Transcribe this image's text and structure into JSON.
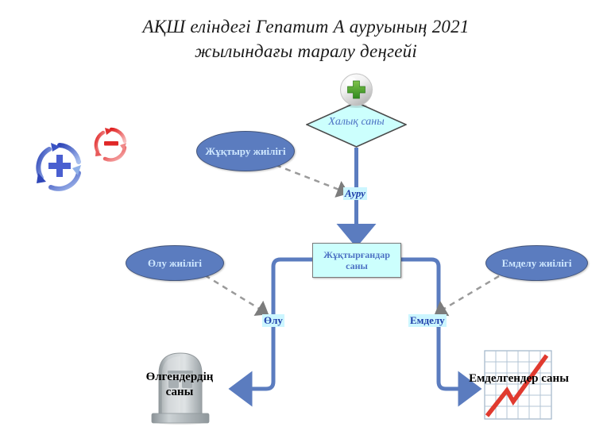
{
  "title": "АҚШ еліндегі Гепатит А ауруының 2021 жылындағы таралу деңгейі",
  "diagram": {
    "type": "stock-and-flow-causal-loop",
    "population_node": {
      "label": "Халық саны",
      "shape": "diamond",
      "fill": "#ccfffd",
      "text_color": "#4d72c4",
      "icon": "green-plus-sphere-icon"
    },
    "infected_stock": {
      "label": "Жұқтырғандар саны",
      "shape": "rectangle",
      "fill": "#ccfffd",
      "text_color": "#4d72c4"
    },
    "rate_nodes": [
      {
        "id": "infection-rate",
        "label": "Жұқтыру жиілігі",
        "fill": "#5b7cbf",
        "text_color": "#cfe8ff"
      },
      {
        "id": "death-rate",
        "label": "Өлу жиілігі",
        "fill": "#5b7cbf",
        "text_color": "#cfe8ff"
      },
      {
        "id": "treatment-rate",
        "label": "Емделу жиілігі",
        "fill": "#5b7cbf",
        "text_color": "#cfe8ff"
      }
    ],
    "flow_labels": [
      {
        "id": "flow-illness",
        "label": "Ауру",
        "highlight": "#ccf6ff",
        "text_color": "#1f3faa"
      },
      {
        "id": "flow-death",
        "label": "Өлу",
        "highlight": "#ccf6ff",
        "text_color": "#1f3faa"
      },
      {
        "id": "flow-treatment",
        "label": "Емделу",
        "highlight": "#ccf6ff",
        "text_color": "#1f3faa"
      }
    ],
    "outcomes": [
      {
        "id": "deaths-outcome",
        "label": "Өлгендердің саны",
        "icon": "tombstone-icon",
        "text_color": "#000000"
      },
      {
        "id": "treated-outcome",
        "label": "Емделгендер саны",
        "icon": "rising-chart-icon",
        "text_color": "#000000"
      }
    ],
    "loop_icons": [
      {
        "id": "reinforcing-loop",
        "symbol": "+",
        "color": "#4a66c8",
        "name": "reinforcing-loop-plus-icon"
      },
      {
        "id": "balancing-loop",
        "symbol": "−",
        "color": "#e03030",
        "name": "balancing-loop-minus-icon"
      }
    ],
    "colors": {
      "arrow_blue": "#5b7cbf",
      "node_fill_cyan": "#ccfffd",
      "ellipse_blue": "#5b7cbf",
      "dashed_gray": "#9a9a9a",
      "label_blue": "#4d72c4",
      "chart_line_red": "#e03a2f"
    }
  }
}
